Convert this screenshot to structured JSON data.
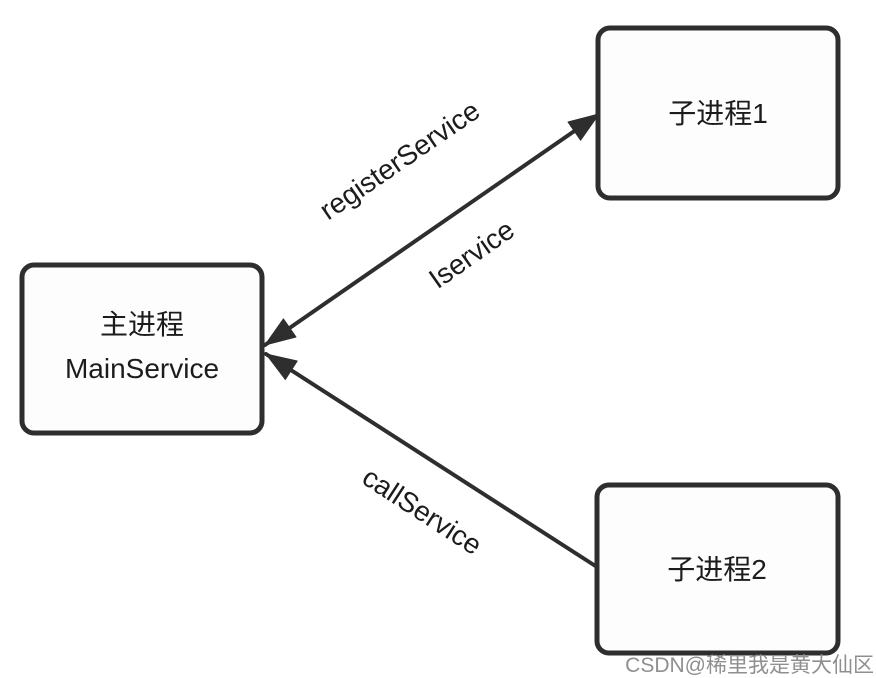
{
  "diagram": {
    "background_color": "#ffffff",
    "stroke_color": "#2e2e2e",
    "text_color": "#1c1c1c",
    "nodes": [
      {
        "id": "main",
        "title": "主进程",
        "subtitle": "MainService"
      },
      {
        "id": "child1",
        "title": "子进程1"
      },
      {
        "id": "child2",
        "title": "子进程2"
      }
    ],
    "edges": [
      {
        "from": "child1",
        "to": "main",
        "arrowheads": "both",
        "labels": [
          "registerService",
          "Iservice"
        ]
      },
      {
        "from": "child2",
        "to": "main",
        "arrowheads": "to-main",
        "labels": [
          "callService"
        ]
      }
    ],
    "watermark": "CSDN@稀里我是黄大仙区"
  }
}
